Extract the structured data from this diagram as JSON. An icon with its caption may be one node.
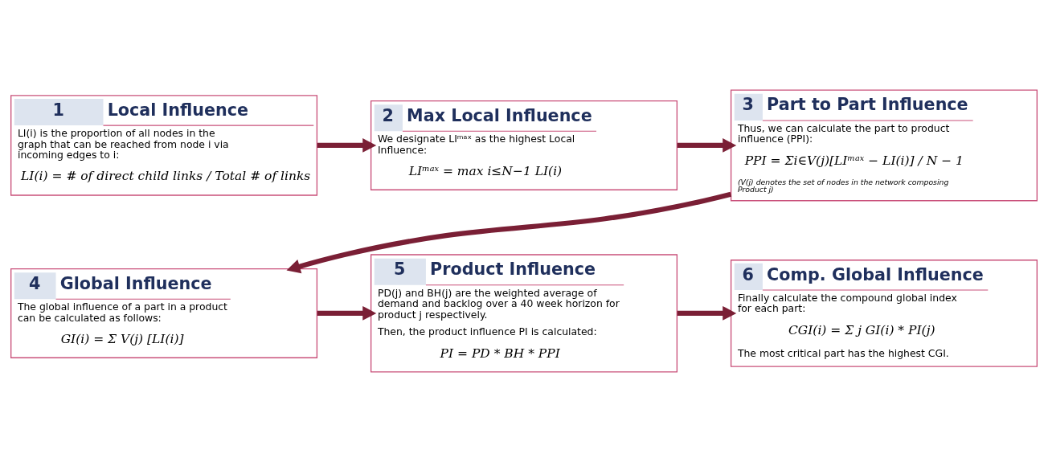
{
  "diagram": {
    "nodes": [
      {
        "text": [
          "1",
          "Local Influence",
          "LI(i) is the proportion of all nodes in the graph that can be reached from node i via incoming edges to i:",
          "LI(i) = # of direct child links / Total # of links"
        ]
      },
      {
        "text": [
          "2",
          "Max Local Influence",
          "We designate LIᵐᵃˣ as the highest Local Influence:",
          "LIᵐᵃˣ = max i≤N−1 LI(i)"
        ]
      },
      {
        "text": [
          "3",
          "Part to Part Influence",
          "Thus, we can calculate the part to product influence (PPI):",
          "PPI = Σi∈V(j)[LIᵐᵃˣ − LI(i)] / N − 1",
          "(V(j) denotes the set of nodes in the network composing Product j)"
        ]
      },
      {
        "text": [
          "4",
          "Global Influence",
          "The global influence of a part in a product can be calculated as follows:",
          "GI(i) = Σ V(j) [LI(i)]"
        ]
      },
      {
        "text": [
          "5",
          "Product Influence",
          "PD(j) and BH(j) are the weighted average of demand and backlog over a 40 week horizon for product j respectively.",
          "Then, the product influence PI is calculated:",
          "PI = PD * BH * PPI"
        ]
      },
      {
        "text": [
          "6",
          "Comp. Global Influence",
          "Finally calculate the compound global index for each part:",
          "CGI(i) = Σ j GI(i) * PI(j)",
          "The most critical part has the highest CGI."
        ]
      }
    ],
    "edges": [
      {
        "from": 0,
        "to": 1,
        "arrow": "to"
      },
      {
        "from": 1,
        "to": 2,
        "arrow": "to"
      },
      {
        "from": 2,
        "to": 3,
        "arrow": "to"
      },
      {
        "from": 3,
        "to": 4,
        "arrow": "to"
      },
      {
        "from": 4,
        "to": 5,
        "arrow": "to"
      }
    ]
  }
}
